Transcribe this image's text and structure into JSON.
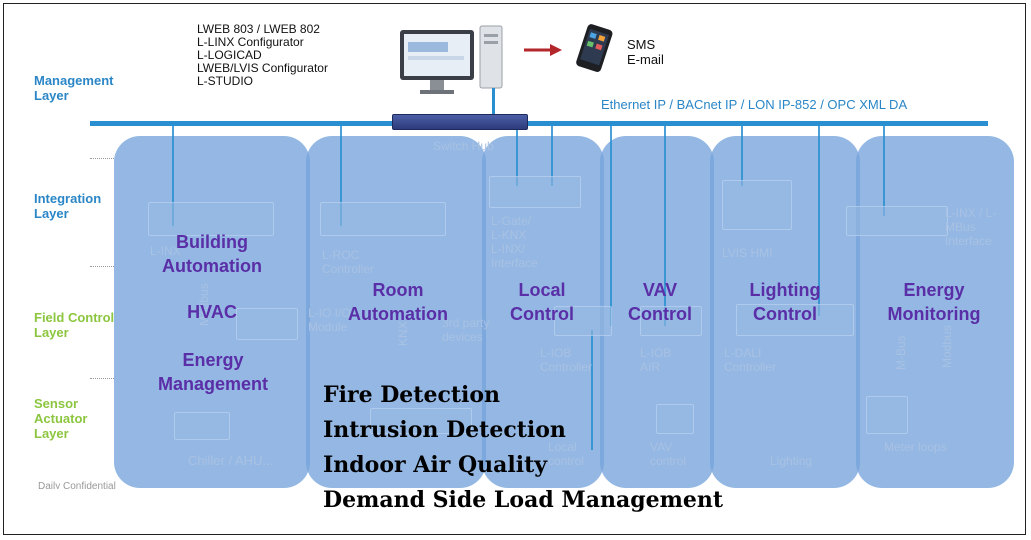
{
  "layers": {
    "management": "Management Layer",
    "integration": "Integration Layer",
    "field_control": "Field Control Layer",
    "sensor_actuator": "Sensor Actuator Layer"
  },
  "software_list": [
    "LWEB 803 / LWEB 802",
    "L-LINX Configurator",
    "L-LOGICAD",
    "LWEB/LVIS Configurator",
    "L-STUDIO"
  ],
  "notifications": [
    "SMS",
    "E-mail"
  ],
  "network_label": "Ethernet IP / BACnet IP / LON IP-852 / OPC XML DA",
  "switch_hub_label": "Switch Hub",
  "domains": {
    "building_automation": "Building Automation",
    "hvac": "HVAC",
    "energy_management": "Energy Management",
    "room_automation": "Room Automation",
    "local_control": "Local Control",
    "vav_control": "VAV Control",
    "lighting_control": "Lighting Control",
    "energy_monitoring": "Energy Monitoring"
  },
  "background_labels": {
    "l_inx": "L-INX",
    "modbus_left": "Modbus",
    "chiller_ahu": "Chiller / AHU...",
    "l_roc": "L-ROC Controller",
    "l_io_module": "L-IO I/O Module",
    "knx": "KNX",
    "third_party": "3rd party devices",
    "l_gate": "L-Gate/ L-KNX L-INX/ Interface",
    "l_iob_controller": "L-IOB Controller",
    "local_control_bg": "Local control",
    "l_iob_air": "L-IOB AIR",
    "vav_control_bg": "VAV control",
    "lvis_hmi": "LVIS HMI",
    "l_dali": "L-DALI Controller",
    "lighting_bg": "Lighting",
    "l_inx_mbus": "L-INX / L-MBus Interface",
    "m_bus": "M-Bus",
    "modbus_right": "Modbus",
    "meter_loops": "Meter loops",
    "footer_fragment": "Daily Confidential"
  },
  "applications": [
    "Fire Detection",
    "Intrusion Detection",
    "Indoor Air Quality",
    "Demand Side Load Management"
  ],
  "colors": {
    "bus": "#2a8fd0",
    "panel": "#76a4db",
    "title": "#5a2ea6",
    "layer_blue": "#2a86c6",
    "layer_green": "#8cc63f"
  }
}
